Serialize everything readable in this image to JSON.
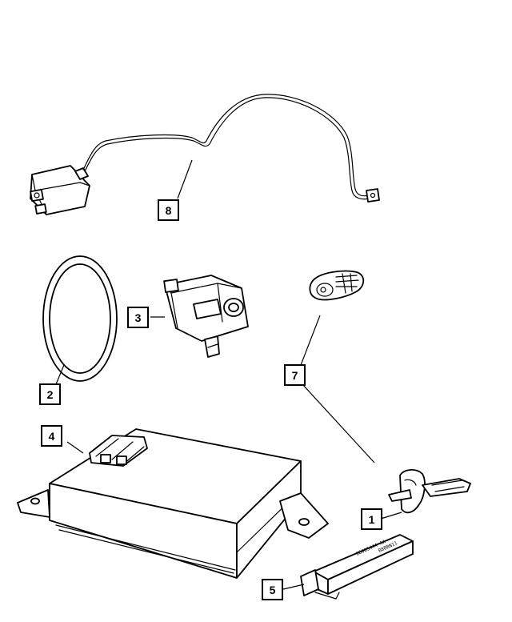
{
  "callouts": [
    {
      "id": "1",
      "label": "1"
    },
    {
      "id": "2",
      "label": "2"
    },
    {
      "id": "3",
      "label": "3"
    },
    {
      "id": "4",
      "label": "4"
    },
    {
      "id": "5",
      "label": "5"
    },
    {
      "id": "7",
      "label": "7"
    },
    {
      "id": "8",
      "label": "8"
    }
  ],
  "markings": {
    "module_5_code": "68005444 AA",
    "module_5_code_2": "B8BBN11"
  }
}
